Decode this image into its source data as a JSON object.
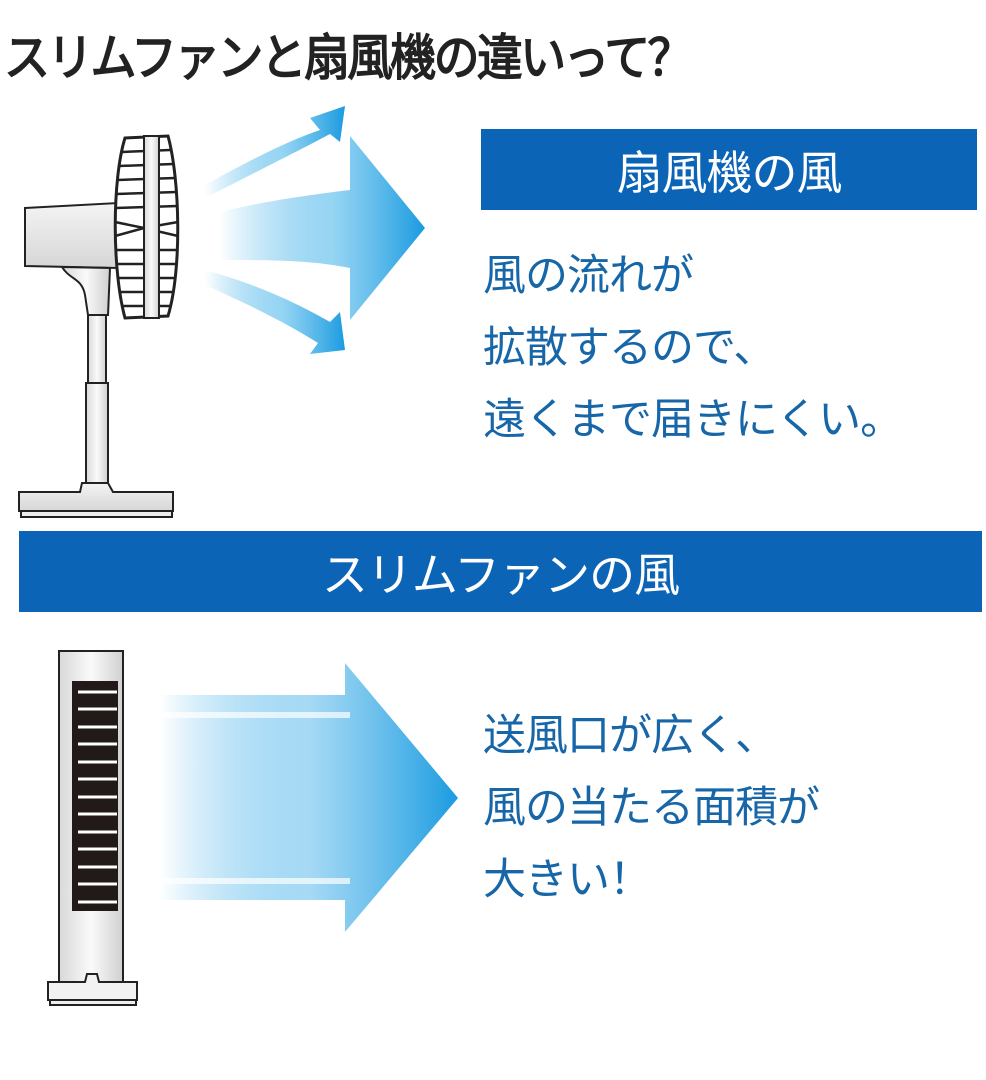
{
  "title": "スリムファンと扇風機の違いって？",
  "sections": [
    {
      "banner": "扇風機の風",
      "description_lines": [
        "風の流れが",
        "拡散するので、",
        "遠くまで届きにくい。"
      ],
      "illustration": "stand-fan-icon",
      "airflow": "diffusing-arrows-icon"
    },
    {
      "banner": "スリムファンの風",
      "description_lines": [
        "送風口が広く、",
        "風の当たる面積が",
        "大きい！"
      ],
      "illustration": "tower-fan-icon",
      "airflow": "wide-arrow-icon"
    }
  ],
  "colors": {
    "banner_bg": "#0b64b6",
    "banner_text": "#ffffff",
    "description_text": "#1766a8",
    "title_text": "#222222",
    "arrow_blue": "#1aa0e4"
  }
}
